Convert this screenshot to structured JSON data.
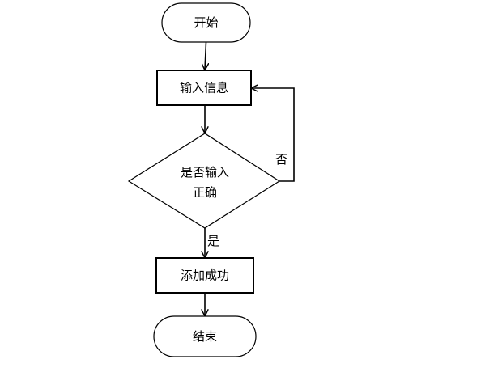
{
  "flowchart": {
    "nodes": {
      "start": {
        "label": "开始",
        "shape": "terminator"
      },
      "input": {
        "label": "输入信息",
        "shape": "process"
      },
      "decision": {
        "label_line1": "是否输入",
        "label_line2": "正确",
        "shape": "decision"
      },
      "success": {
        "label": "添加成功",
        "shape": "process"
      },
      "end": {
        "label": "结束",
        "shape": "terminator"
      }
    },
    "edges": [
      {
        "from": "start",
        "to": "input",
        "label": ""
      },
      {
        "from": "input",
        "to": "decision",
        "label": ""
      },
      {
        "from": "decision",
        "to": "success",
        "label": "是"
      },
      {
        "from": "decision",
        "to": "input",
        "label": "否"
      },
      {
        "from": "success",
        "to": "end",
        "label": ""
      }
    ],
    "edge_labels": {
      "yes": "是",
      "no": "否"
    },
    "colors": {
      "stroke": "#000000",
      "fill": "#ffffff"
    }
  }
}
